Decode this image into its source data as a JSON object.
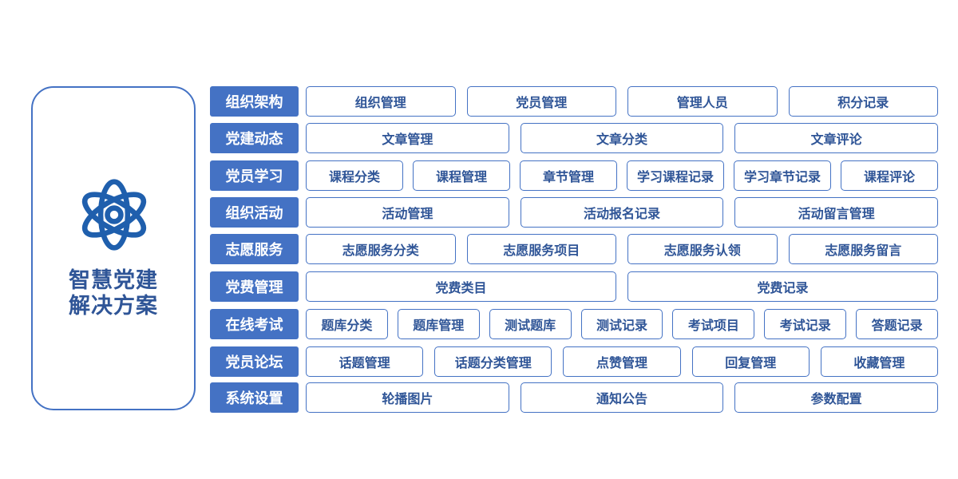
{
  "solution": {
    "line1": "智慧党建",
    "line2": "解决方案"
  },
  "colors": {
    "accent": "#4472c4",
    "text": "#2f5597"
  },
  "rows": [
    {
      "category": "组织架构",
      "items": [
        "组织管理",
        "党员管理",
        "管理人员",
        "积分记录"
      ]
    },
    {
      "category": "党建动态",
      "items": [
        "文章管理",
        "文章分类",
        "文章评论"
      ]
    },
    {
      "category": "党员学习",
      "items": [
        "课程分类",
        "课程管理",
        "章节管理",
        "学习课程记录",
        "学习章节记录",
        "课程评论"
      ]
    },
    {
      "category": "组织活动",
      "items": [
        "活动管理",
        "活动报名记录",
        "活动留言管理"
      ]
    },
    {
      "category": "志愿服务",
      "items": [
        "志愿服务分类",
        "志愿服务项目",
        "志愿服务认领",
        "志愿服务留言"
      ]
    },
    {
      "category": "党费管理",
      "items": [
        "党费类目",
        "党费记录"
      ]
    },
    {
      "category": "在线考试",
      "items": [
        "题库分类",
        "题库管理",
        "测试题库",
        "测试记录",
        "考试项目",
        "考试记录",
        "答题记录"
      ]
    },
    {
      "category": "党员论坛",
      "items": [
        "话题管理",
        "话题分类管理",
        "点赞管理",
        "回复管理",
        "收藏管理"
      ]
    },
    {
      "category": "系统设置",
      "items": [
        "轮播图片",
        "通知公告",
        "参数配置"
      ]
    }
  ]
}
